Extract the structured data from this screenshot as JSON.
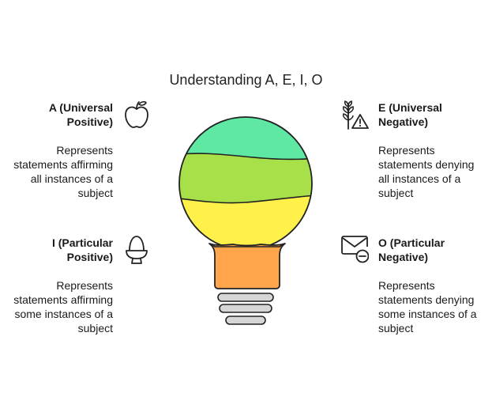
{
  "title": "Understanding A, E, I, O",
  "quadrants": {
    "a": {
      "heading": "A (Universal Positive)",
      "description": "Represents statements affirming all instances of a subject",
      "icon": "apple-icon"
    },
    "e": {
      "heading": "E (Universal Negative)",
      "description": "Represents statements denying all instances of a subject",
      "icon": "wheat-warning-icon"
    },
    "i": {
      "heading": "I (Particular Positive)",
      "description": "Represents statements affirming some instances of a subject",
      "icon": "egg-cup-icon"
    },
    "o": {
      "heading": "O (Particular Negative)",
      "description": "Represents statements denying some instances of a subject",
      "icon": "mail-minus-icon"
    }
  },
  "colors": {
    "layer_top": "#5ee8a4",
    "layer_second": "#a8e04a",
    "layer_third": "#fff04a",
    "base": "#ffa64d",
    "screw": "#d6d6d6"
  }
}
